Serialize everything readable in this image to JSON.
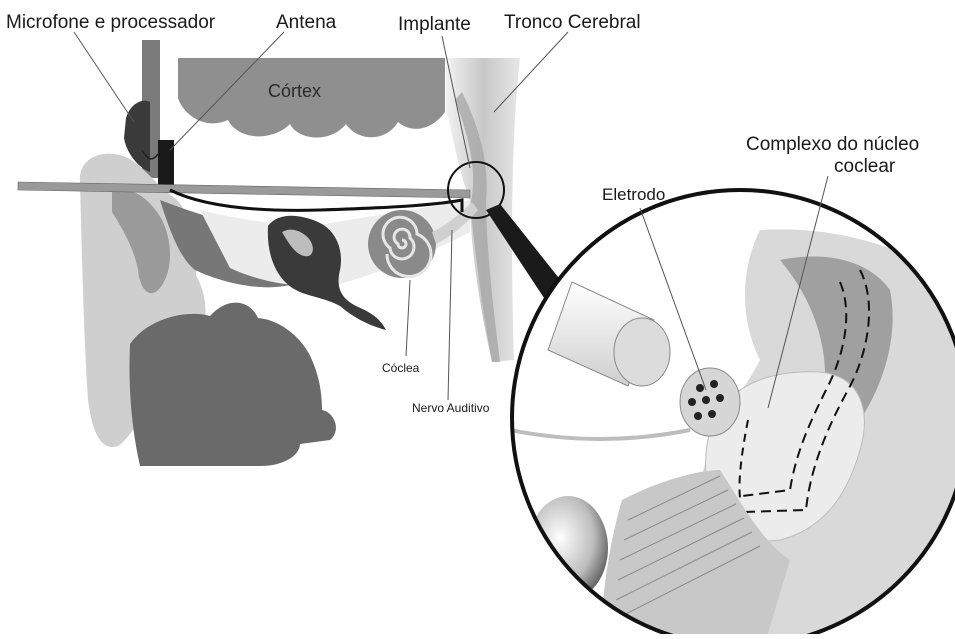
{
  "labels": {
    "microphone": "Microfone e processador",
    "antenna": "Antena",
    "implant": "Implante",
    "brainstem": "Tronco Cerebral",
    "cortex": "Córtex",
    "cochlear_nucleus_line1": "Complexo do núcleo",
    "cochlear_nucleus_line2": "coclear",
    "electrode": "Eletrodo",
    "cochlea": "Cóclea",
    "auditory_nerve": "Nervo Auditivo"
  }
}
